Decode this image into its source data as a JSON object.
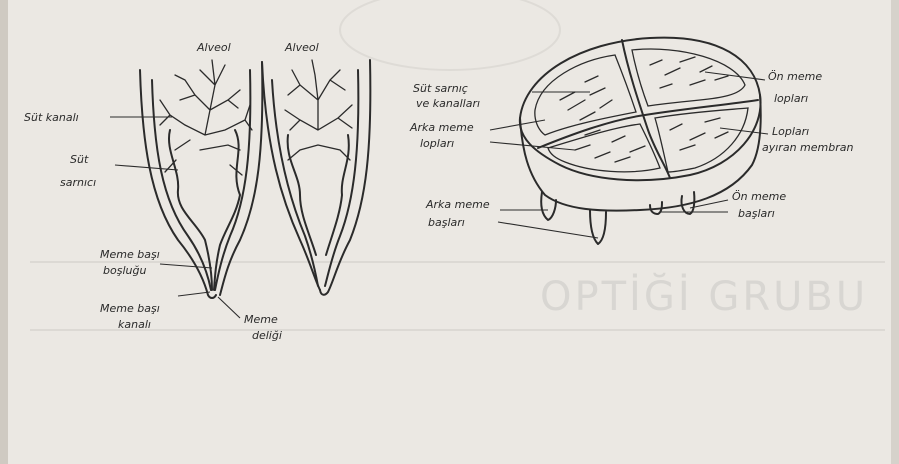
{
  "watermark": "OPTİĞİ GRUBU",
  "left_diagram": {
    "labels": {
      "alveol_left": "Alveol",
      "alveol_right": "Alveol",
      "sut_kanali": "Süt kanalı",
      "sut_sarnici_1": "Süt",
      "sut_sarnici_2": "sarnıcı",
      "meme_basi_boslugu_1": "Meme başı",
      "meme_basi_boslugu_2": "boşluğu",
      "meme_basi_kanali_1": "Meme başı",
      "meme_basi_kanali_2": "kanalı",
      "meme_deligi_1": "Meme",
      "meme_deligi_2": "deliği"
    }
  },
  "right_diagram": {
    "labels": {
      "sut_sarnic_kanallari_1": "Süt sarnıç",
      "sut_sarnic_kanallari_2": "ve kanalları",
      "arka_meme_loplari_1": "Arka meme",
      "arka_meme_loplari_2": "lopları",
      "on_meme_loplari_1": "Ön meme",
      "on_meme_loplari_2": "lopları",
      "loplari_ayiran_membran_1": "Lopları",
      "loplari_ayiran_membran_2": "ayıran membran",
      "on_meme_baslari_1": "Ön meme",
      "on_meme_baslari_2": "başları",
      "arka_meme_baslari_1": "Arka meme",
      "arka_meme_baslari_2": "başları"
    }
  }
}
